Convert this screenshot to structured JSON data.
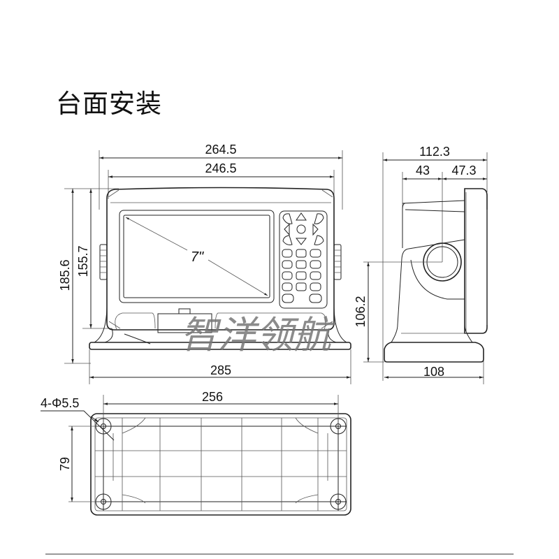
{
  "title": "台面安装",
  "watermark": "智洋领航",
  "front_view": {
    "width_outer": "264.5",
    "width_inner": "246.5",
    "height_total": "185.6",
    "height_body": "155.7",
    "base_width": "285",
    "screen_size": "7\""
  },
  "side_view": {
    "depth_total": "112.3",
    "depth_front": "43",
    "depth_rear": "47.3",
    "pivot_height": "106.2",
    "base_depth": "108"
  },
  "bottom_view": {
    "hole_spacing_x": "256",
    "hole_spacing_y": "79",
    "hole_spec": "4-Φ5.5"
  }
}
